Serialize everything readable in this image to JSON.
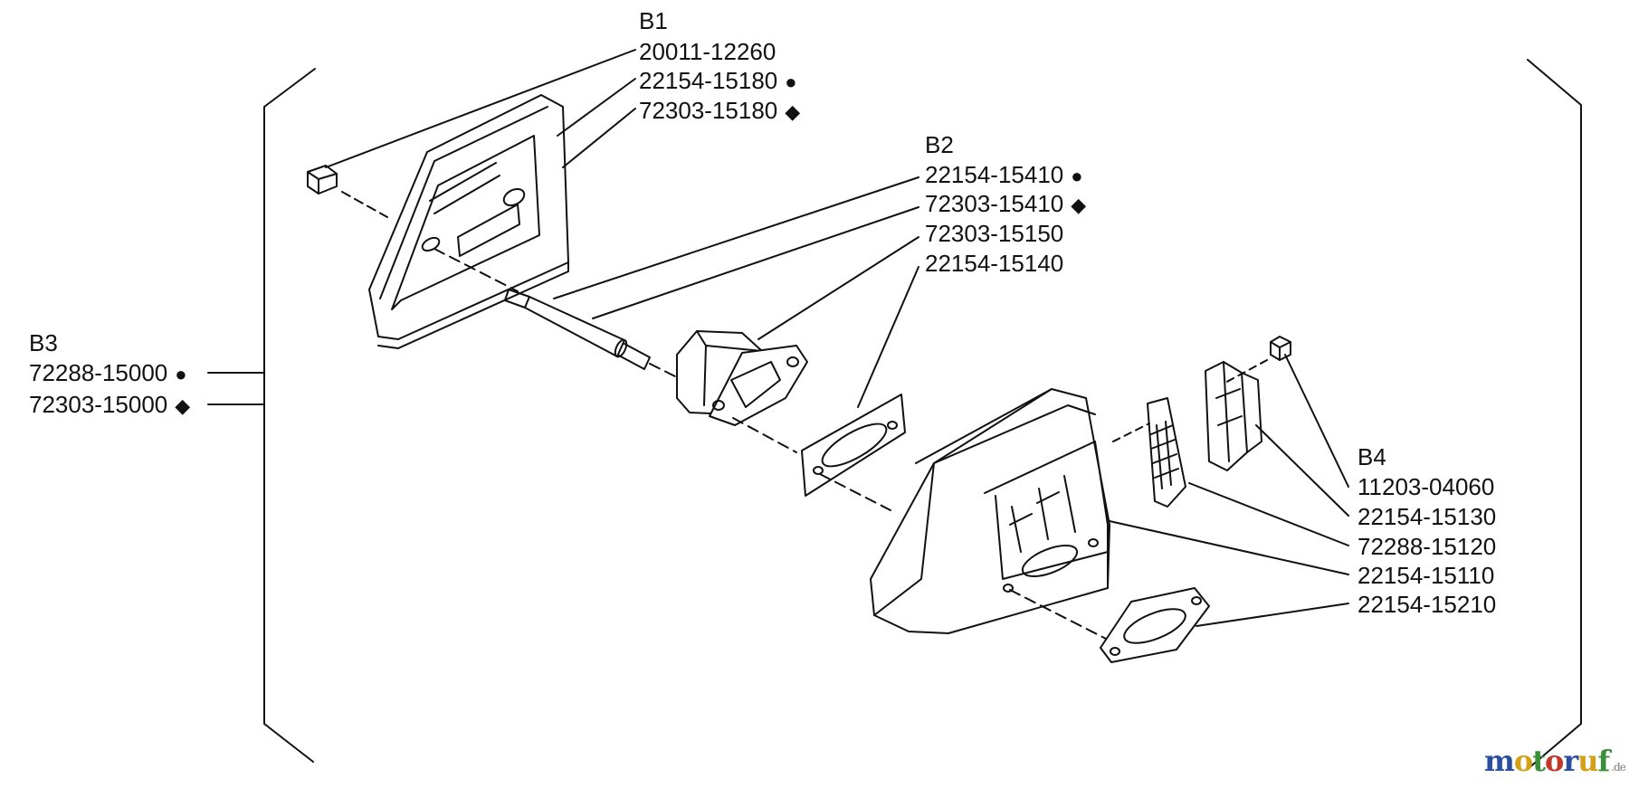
{
  "groups": [
    {
      "id": "B1",
      "heading": "B1",
      "parts": [
        {
          "number": "20011-12260",
          "marker": ""
        },
        {
          "number": "22154-15180",
          "marker": "●"
        },
        {
          "number": "72303-15180",
          "marker": "◆"
        }
      ]
    },
    {
      "id": "B2",
      "heading": "B2",
      "parts": [
        {
          "number": "22154-15410",
          "marker": "●"
        },
        {
          "number": "72303-15410",
          "marker": "◆"
        },
        {
          "number": "72303-15150",
          "marker": ""
        },
        {
          "number": "22154-15140",
          "marker": ""
        }
      ]
    },
    {
      "id": "B3",
      "heading": "B3",
      "parts": [
        {
          "number": "72288-15000",
          "marker": "●"
        },
        {
          "number": "72303-15000",
          "marker": "◆"
        }
      ]
    },
    {
      "id": "B4",
      "heading": "B4",
      "parts": [
        {
          "number": "11203-04060",
          "marker": ""
        },
        {
          "number": "22154-15130",
          "marker": ""
        },
        {
          "number": "72288-15120",
          "marker": ""
        },
        {
          "number": "22154-15110",
          "marker": ""
        },
        {
          "number": "22154-15210",
          "marker": ""
        }
      ]
    }
  ],
  "watermark": {
    "letters": [
      {
        "ch": "m",
        "color": "#2b4fa0"
      },
      {
        "ch": "o",
        "color": "#d4a017"
      },
      {
        "ch": "t",
        "color": "#3a8f3a"
      },
      {
        "ch": "o",
        "color": "#c0392b"
      },
      {
        "ch": "r",
        "color": "#2b4fa0"
      },
      {
        "ch": "u",
        "color": "#d4a017"
      },
      {
        "ch": "f",
        "color": "#3a8f3a"
      }
    ],
    "tld": ".de"
  },
  "colors": {
    "line": "#111111",
    "background": "#ffffff"
  }
}
